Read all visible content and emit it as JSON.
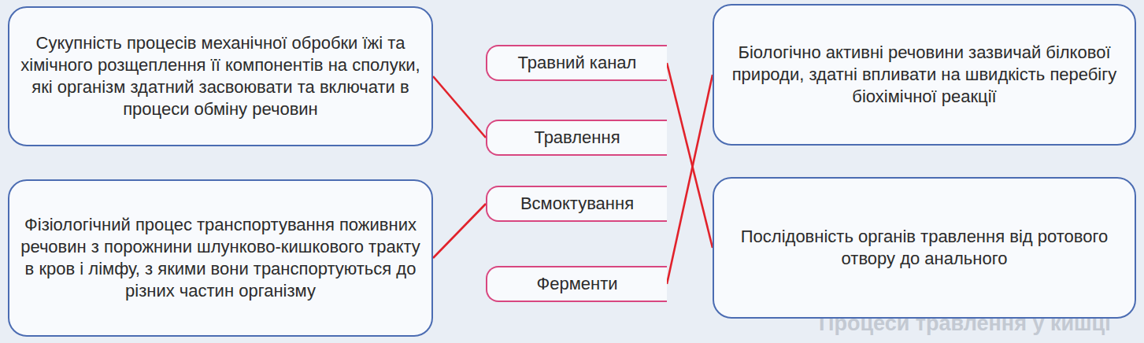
{
  "diagram": {
    "nodes": [
      {
        "text": [
          "Сукупність процесів механічної обробки їжі та хімічного розщеплення її компонентів на сполуки, які організм здатний засвоювати та включати в процеси обміну речовин"
        ]
      },
      {
        "text": [
          "Травний канал"
        ]
      },
      {
        "text": [
          "Біологічно активні речовини зазвичай білкової природи, здатні впливати на швидкість перебігу біохімічної реакції"
        ]
      },
      {
        "text": [
          "Травлення"
        ]
      },
      {
        "text": [
          "Всмоктування"
        ]
      },
      {
        "text": [
          "Фізіологічний процес транспортування поживних речовин з порожнини шлунково-кишкового тракту в кров і лімфу, з якими вони транспортуються до різних частин організму"
        ]
      },
      {
        "text": [
          "Послідовність органів травлення від ротового отвору до анального"
        ]
      },
      {
        "text": [
          "Ферменти"
        ]
      }
    ],
    "edges": [
      {
        "from": 0,
        "to": 3,
        "arrow": "none"
      },
      {
        "from": 5,
        "to": 4,
        "arrow": "none"
      },
      {
        "from": 1,
        "to": 6,
        "arrow": "none"
      },
      {
        "from": 7,
        "to": 2,
        "arrow": "none"
      }
    ],
    "labels": [
      "Процеси травлення у кишці"
    ]
  }
}
